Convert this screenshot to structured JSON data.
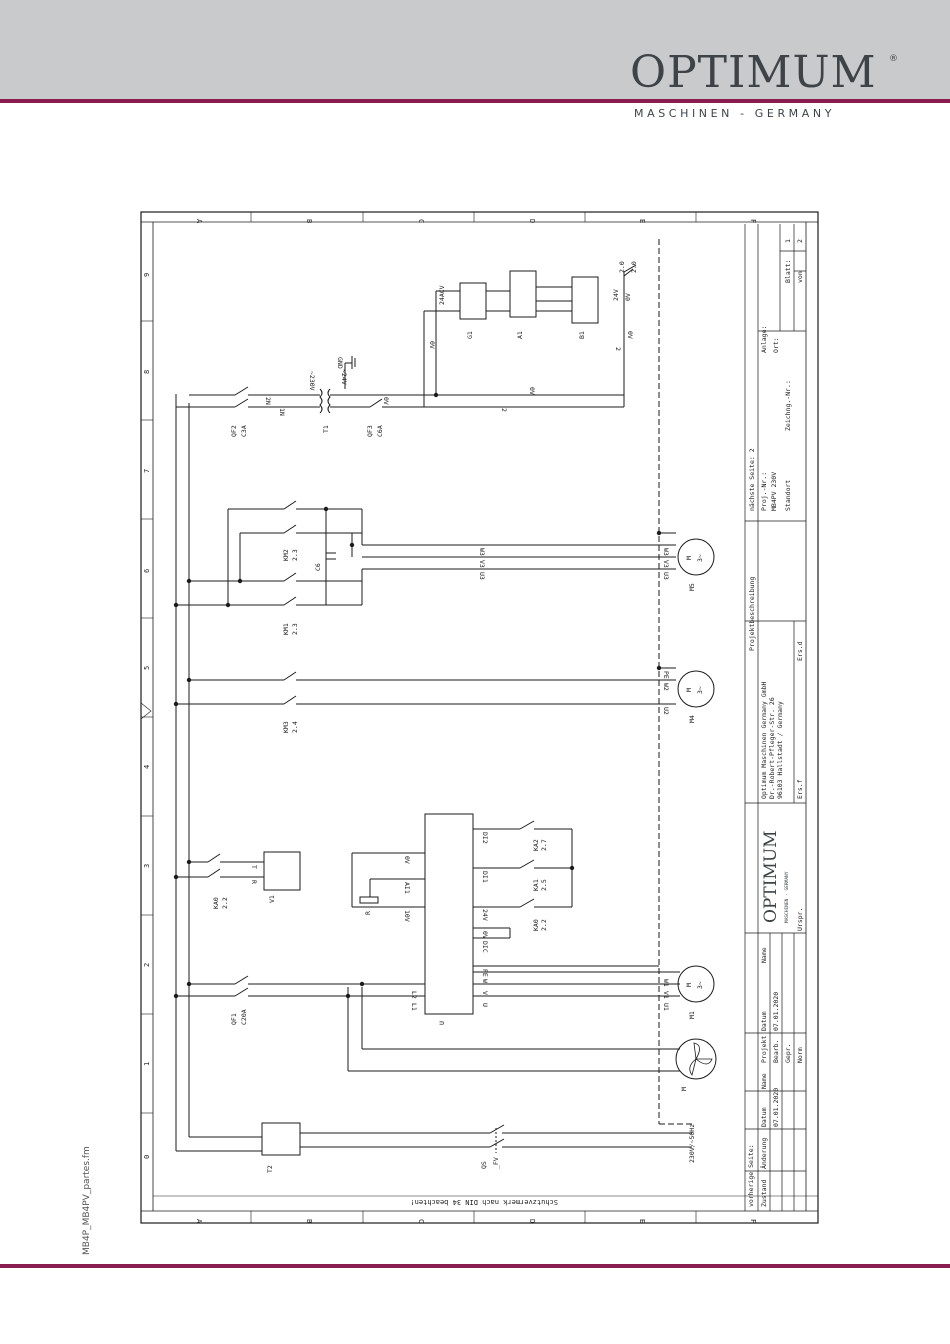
{
  "header": {
    "brand": "OPTIMUM",
    "registered": "®",
    "tagline": "MASCHINEN - GERMANY"
  },
  "footer": {
    "file_name": "MB4P_MB4PV_partes.fm"
  },
  "frame": {
    "rows": [
      "A",
      "B",
      "C",
      "D",
      "E",
      "F"
    ],
    "cols": [
      "0",
      "1",
      "2",
      "3",
      "4",
      "5",
      "6",
      "7",
      "8",
      "9"
    ]
  },
  "schematic": {
    "note": "Schutzvermerk nach DIN 34 beachten!",
    "supply": "230V/~50Hz",
    "components": {
      "T2": "T2",
      "QS": "QS",
      "QS_sub": "_FV",
      "fan_M": "M",
      "QF1": "QF1",
      "QF1_rating": "C20A",
      "U": "U",
      "L1": "L1",
      "L2": "L2",
      "out_U": "U",
      "out_V": "V",
      "out_W": "W",
      "out_PE": "PE",
      "M1": "M1",
      "motor_M": "M",
      "motor_3": "3~",
      "U1": "U1",
      "V1": "V1",
      "W1": "W1",
      "DIC": "DIC",
      "0V": "0V",
      "24V": "24V",
      "DI1": "DI1",
      "DI2": "DI2",
      "10V": "10V",
      "AI1": "AI1",
      "R": "R",
      "KA0": "KA0",
      "KA0_ref": "2.2",
      "KA0b_ref": "2.2",
      "KA1": "KA1",
      "KA1_ref": "2.5",
      "KA2": "KA2",
      "KA2_ref": "2.7",
      "V1_dev": "V1",
      "V1_T": "T",
      "V1_R": "R",
      "KM3": "KM3",
      "KM3_ref": "2.4",
      "M4": "M4",
      "U2": "U2",
      "W2": "W2",
      "PE": "PE",
      "KM1": "KM1",
      "KM1_ref": "2.3",
      "KM2": "KM2",
      "KM2_ref": "2.3",
      "C6": "C6",
      "M5": "M5",
      "U3": "U3",
      "V3": "V3",
      "W3": "W3",
      "QF2": "QF2",
      "QF2_rating": "C3A",
      "T1": "T1",
      "T1_230": "~230V",
      "T1_24": "~24V",
      "GND": "GND",
      "QF3": "QF3",
      "QF3_rating": "C6A",
      "n1": "1N",
      "n2": "2N",
      "w0V": "0V",
      "w2": "2",
      "v24ACV": "24ACV",
      "G1": "G1",
      "A1": "A1",
      "B1": "B1",
      "o24V": "24V",
      "o0V": "0V",
      "ref1": "2.0",
      "ref2": "2.0"
    }
  },
  "title_block": {
    "prev_page_label": "vorherige Seite:",
    "col_zustand": "Zustand",
    "col_aenderung": "Änderung",
    "col_datum": "Datum",
    "col_name": "Name",
    "change_date": "07.01.2020",
    "row_projekt": "Projekt",
    "row_datum": "Datum",
    "row_name": "Name",
    "row_bearb": "Bearb.",
    "bearb_date": "07.01.2020",
    "row_gepr": "Gepr.",
    "row_norm": "Norm",
    "ursp": "Urspr.",
    "logo_small": "OPTIMUM",
    "logo_small_tag": "MASCHINEN - GERMANY",
    "company": "Optimum Maschinen Germany GmbH",
    "street": "Dr.-Robert-Pfleger-Str. 26",
    "city": "96103 Hallstadt / Germany",
    "ers_f": "Ers.f",
    "ers_d": "Ers.d",
    "projektbeschreibung": "Projektbeschreibung",
    "naechste_seite": "nächste Seite: 2",
    "proj_nr_label": "Proj.-Nr.:",
    "proj_nr": "MB4PV 230V",
    "standort": "Standort",
    "anlage": "Anlage:",
    "ort": "Ort:",
    "zeichn": "Zeichng.-Nr.:",
    "blatt_label": "Blatt:",
    "blatt": "1",
    "von_label": "von",
    "von": "2"
  }
}
